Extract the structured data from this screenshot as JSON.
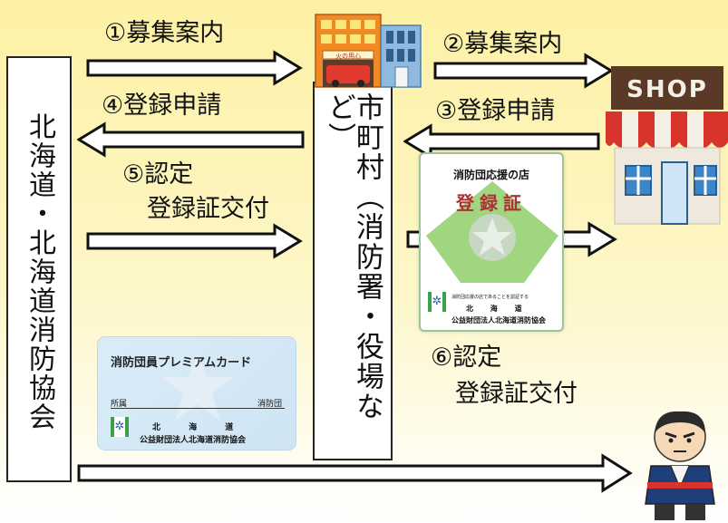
{
  "left_org": {
    "label": "北海道・北海道消防協会"
  },
  "center_org": {
    "label": "市町村（消防署・役場など）"
  },
  "steps": {
    "s1": "①募集案内",
    "s2": "②募集案内",
    "s3": "③登録申請",
    "s4": "④登録申請",
    "s5_line1": "⑤認定",
    "s5_line2": "登録証交付",
    "s6_line1": "⑥認定",
    "s6_line2": "登録証交付"
  },
  "shop": {
    "sign": "SHOP"
  },
  "fire_station": {
    "sign": "火の用心"
  },
  "certificate": {
    "heading": "消防団応援の店",
    "title": "登録証",
    "note": "消防団応援の店であることを認証する",
    "region": "北 海 道",
    "issuer": "公益財団法人北海道消防協会"
  },
  "member_card": {
    "title": "消防団員プレミアムカード",
    "field_affiliation": "所属",
    "field_unit": "消防団",
    "region": "北 海 道",
    "issuer": "公益財団法人北海道消防協会"
  },
  "colors": {
    "background_top": "#fdf1a4",
    "arrow_fill": "#ffffff",
    "arrow_stroke": "#111111",
    "cert_green": "#7fbf6a",
    "card_blue": "#cfe4f4"
  }
}
